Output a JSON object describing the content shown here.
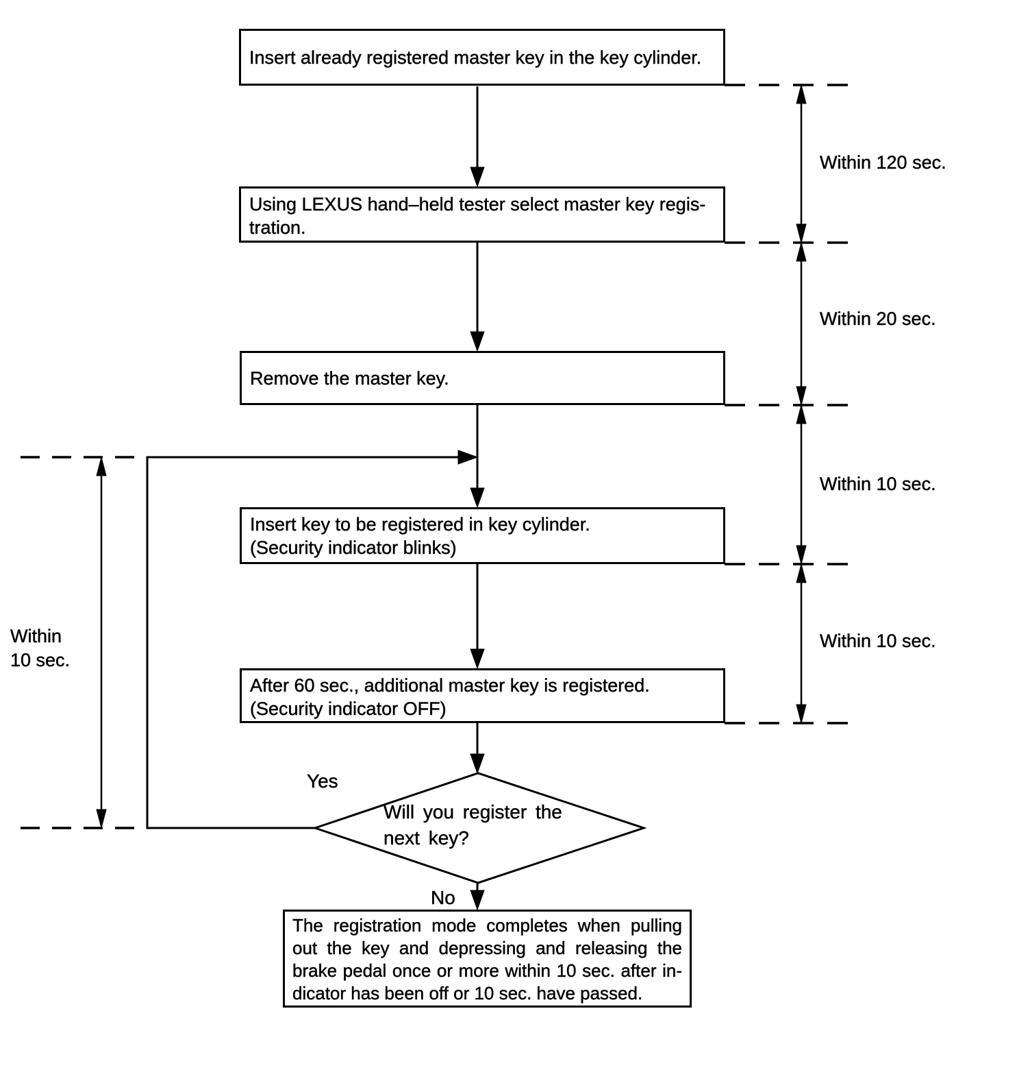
{
  "colors": {
    "ink": "#000000",
    "paper": "#ffffff"
  },
  "steps": [
    {
      "lines": [
        "Insert already registered master key in the key cylinder."
      ]
    },
    {
      "lines": [
        "Using LEXUS hand–held tester select master key regis-",
        "tration."
      ]
    },
    {
      "lines": [
        "Remove the master key."
      ]
    },
    {
      "lines": [
        "Insert key to be registered in key cylinder.",
        "(Security indicator blinks)"
      ]
    },
    {
      "lines": [
        "After 60 sec., additional master key is registered.",
        "(Security indicator OFF)"
      ]
    }
  ],
  "decision": {
    "lines": [
      "Will you register the",
      "next key?"
    ],
    "yes_label": "Yes",
    "no_label": "No"
  },
  "final_step": {
    "lines": [
      "The registration mode completes when pulling",
      "out the key and depressing and releasing the",
      "brake pedal once or more within 10 sec. after in-",
      "dicator has been off or 10 sec. have passed."
    ]
  },
  "timing_labels": {
    "right": [
      {
        "label": "Within 120 sec."
      },
      {
        "label": "Within 20 sec."
      },
      {
        "label": "Within 10 sec."
      },
      {
        "label": "Within 10 sec."
      }
    ],
    "left": {
      "lines": [
        "Within",
        "10 sec."
      ]
    }
  }
}
